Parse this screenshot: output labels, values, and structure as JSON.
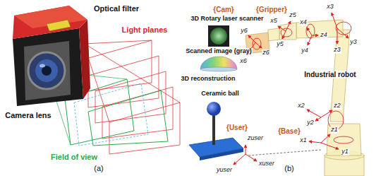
{
  "diagram": {
    "labels": [
      "Optical filter",
      "Light planes",
      "Camera lens",
      "Field of view",
      "(a)",
      "{Cam}",
      "{Gripper}",
      "3D Rotary laser scanner",
      "Scanned image (gray)",
      "3D reconstruction",
      "Ceramic ball",
      "Industrial robot",
      "{User}",
      "{Base}",
      "(b)",
      "x6",
      "y6",
      "z6",
      "x5",
      "z5",
      "y5",
      "x4",
      "y4",
      "z4",
      "x3",
      "y3",
      "z3",
      "x2",
      "y2",
      "z2",
      "z1",
      "x1",
      "y1",
      "zuser",
      "xuser",
      "yuser"
    ]
  }
}
